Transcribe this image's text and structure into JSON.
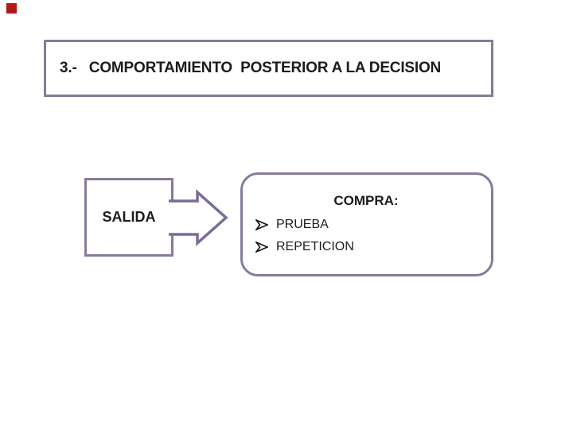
{
  "slide": {
    "colors": {
      "border": "#877a9b",
      "arrow": "#7b6b99",
      "text": "#1c1c1c",
      "corner_marker": "#b21815",
      "background": "#ffffff"
    },
    "title": "3.-   COMPORTAMIENTO  POSTERIOR A LA DECISION",
    "diagram": {
      "source_box": {
        "label": "SALIDA"
      },
      "connector": {
        "icon": "block-arrow-right"
      },
      "result_box": {
        "heading": "COMPRA:",
        "bullet_icon": "arrowhead-right",
        "items": [
          {
            "label": "PRUEBA"
          },
          {
            "label": "REPETICION"
          }
        ]
      }
    }
  }
}
